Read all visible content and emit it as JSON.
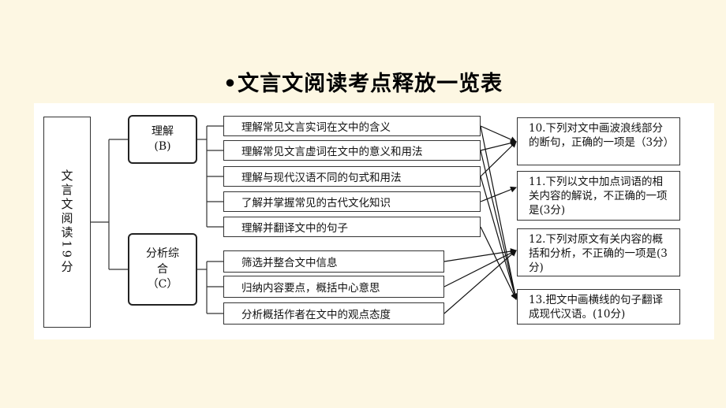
{
  "title": "•文言文阅读考点释放一览表",
  "root_label": "文言文阅读19分",
  "branches": [
    {
      "name": "理解",
      "code": "(B)"
    },
    {
      "name": "分析综合",
      "code": "（C）"
    }
  ],
  "sub_items": [
    "理解常见文言实词在文中的含义",
    "理解常见文言虚词在文中的意义和用法",
    "理解与现代汉语不同的句式和用法",
    "了解并掌握常见的古代文化知识",
    "理解并翻译文中的句子",
    "筛选并整合文中信息",
    "归纳内容要点，概括中心意思",
    "分析概括作者在文中的观点态度"
  ],
  "questions": [
    "10.下列对文中画波浪线部分的断句，正确的一项是（3分）",
    "11.下列以文中加点词语的相关内容的解说，不正确的一项是(3分)",
    "12.下列对原文有关内容的概括和分析，不正确的一项是(3分)",
    "13.把文中画横线的句子翻译成现代汉语。(10分)"
  ],
  "mappings": [
    {
      "from": 0,
      "to": [
        0,
        3
      ]
    },
    {
      "from": 1,
      "to": [
        0,
        3
      ]
    },
    {
      "from": 2,
      "to": [
        0,
        3
      ]
    },
    {
      "from": 3,
      "to": [
        1
      ]
    },
    {
      "from": 4,
      "to": [
        3
      ]
    },
    {
      "from": 5,
      "to": [
        2
      ]
    },
    {
      "from": 6,
      "to": [
        2
      ]
    },
    {
      "from": 7,
      "to": [
        2
      ]
    }
  ]
}
